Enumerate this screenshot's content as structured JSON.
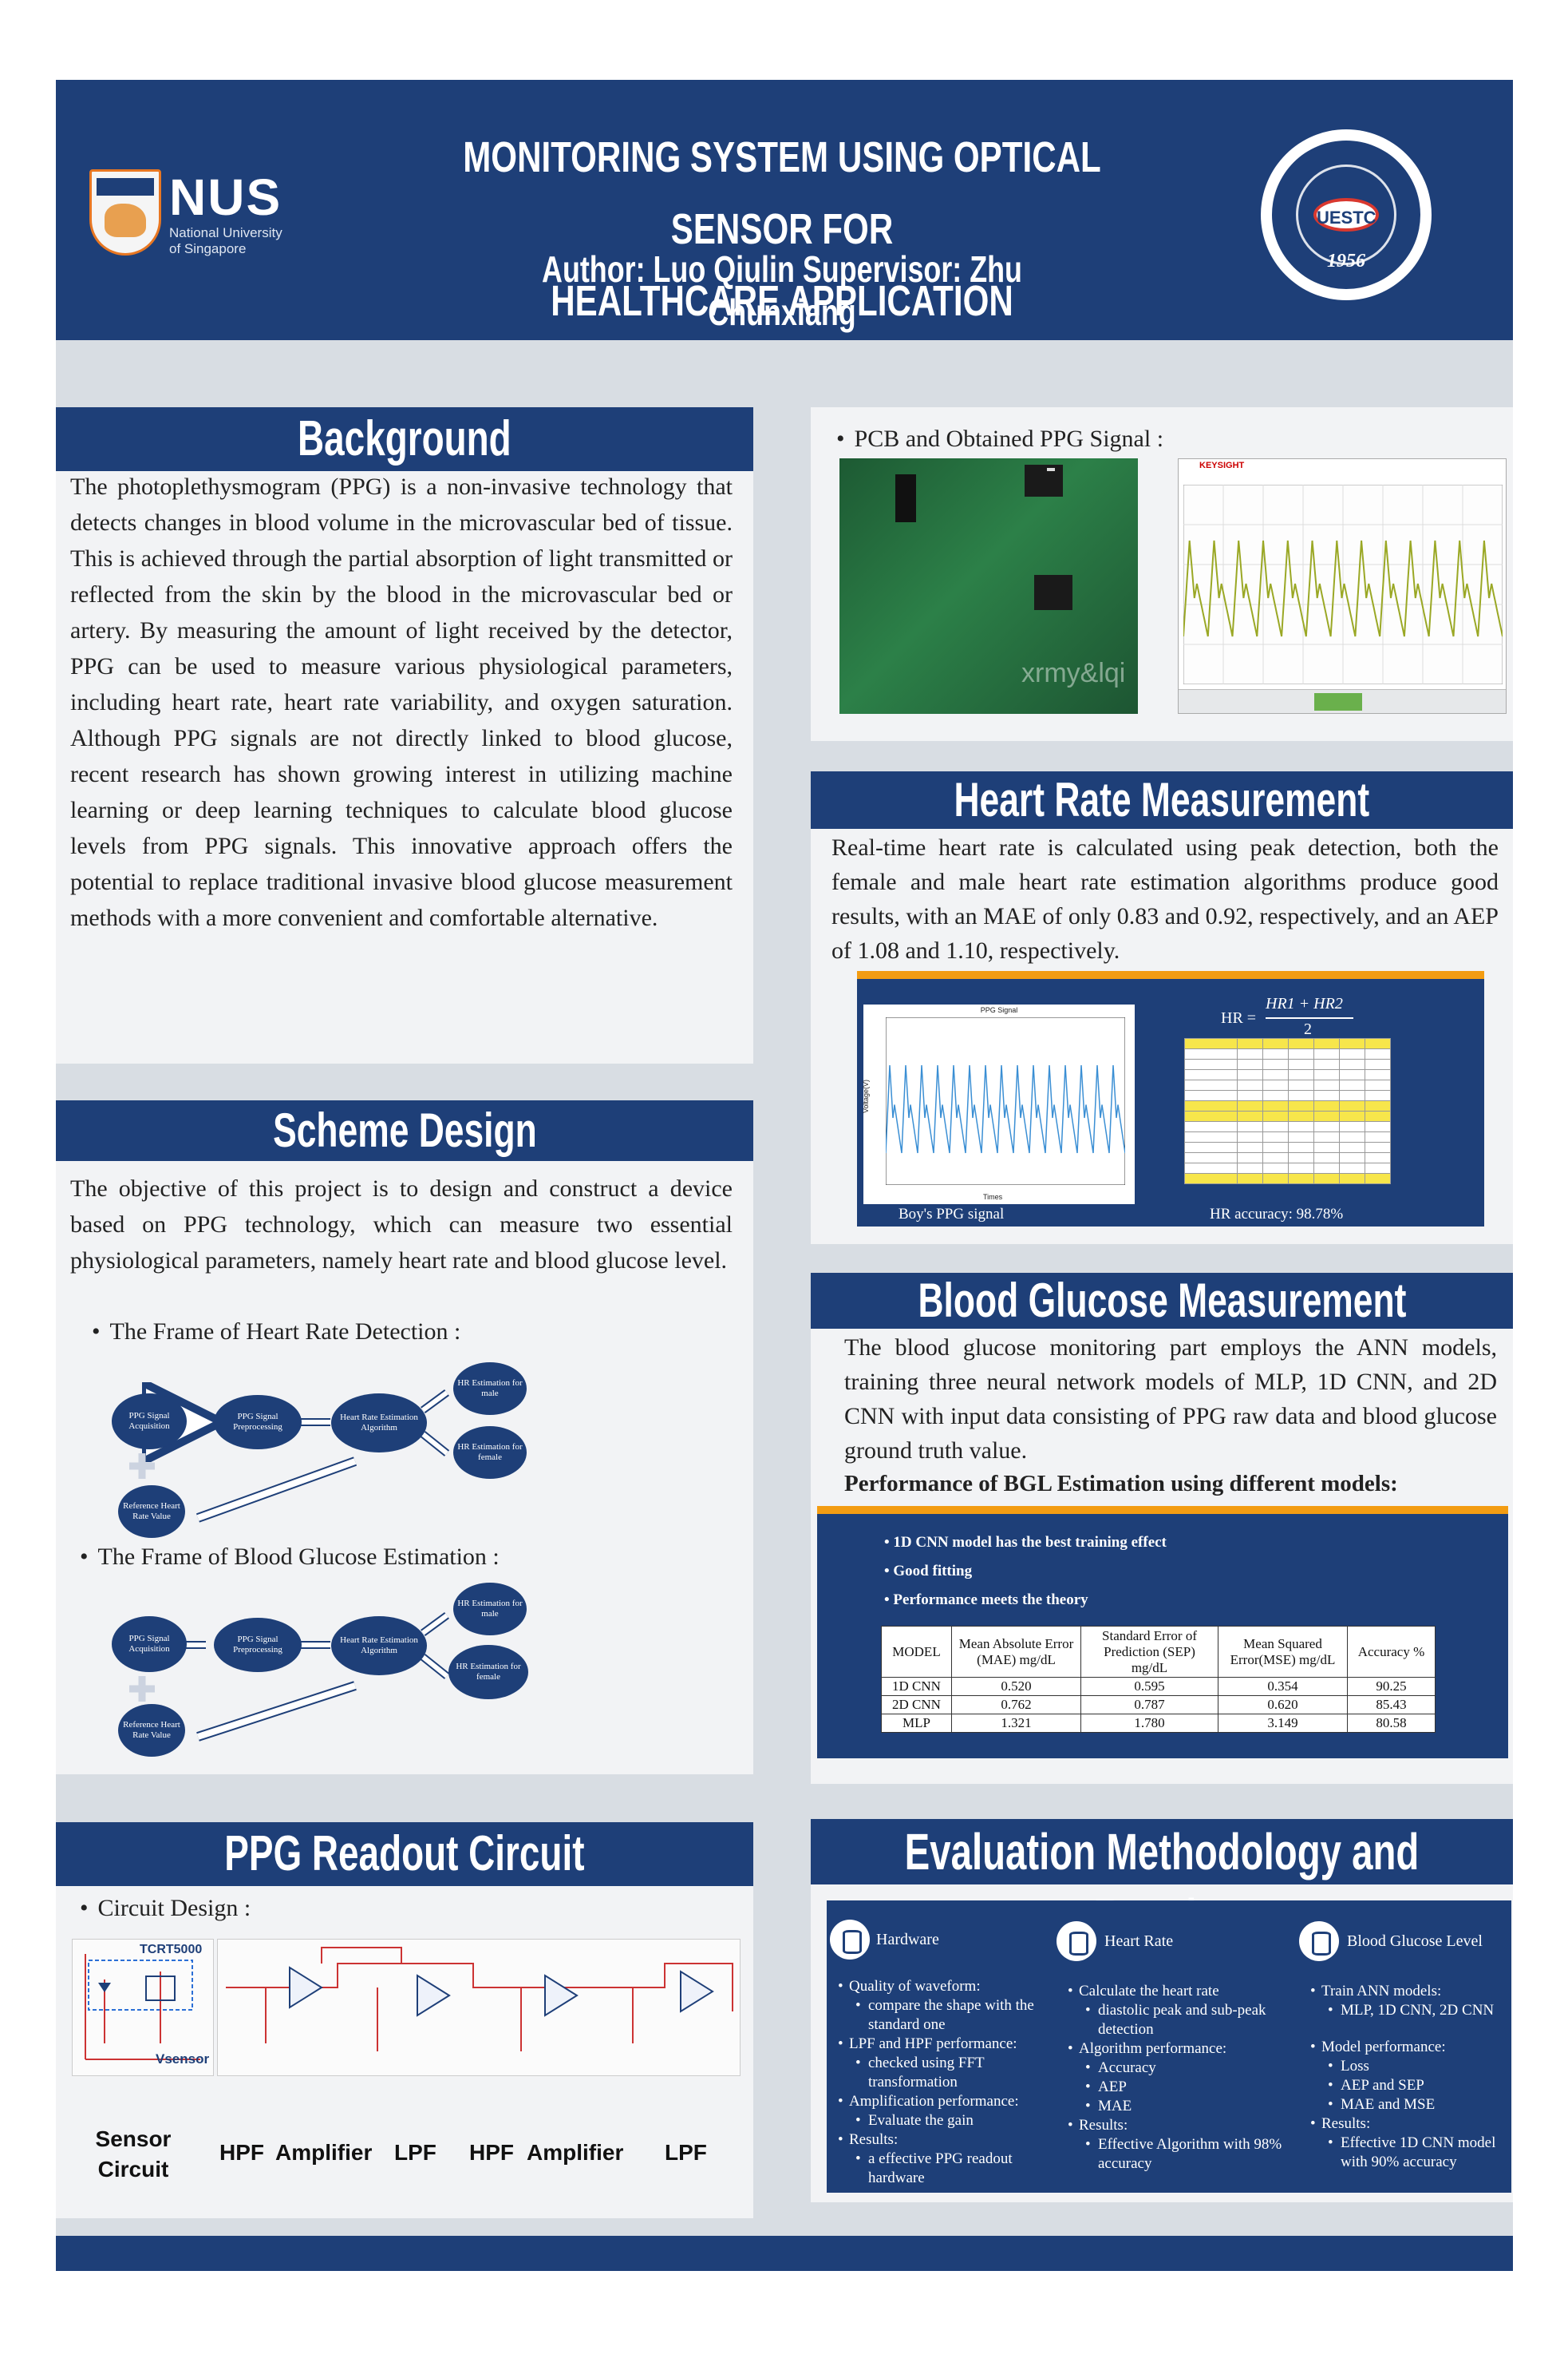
{
  "header": {
    "title_line1": "MONITORING SYSTEM USING OPTICAL SENSOR FOR",
    "title_line2": "HEALTHCARE APPLICATION",
    "author": "Author: Luo Qiulin     Supervisor: Zhu Chunxiang",
    "nus_abbr": "NUS",
    "nus_line1": "National University",
    "nus_line2": "of Singapore",
    "uestc_abbr": "UESTC",
    "uestc_year": "1956"
  },
  "background": {
    "heading": "Background",
    "body": "The photoplethysmogram (PPG) is a non-invasive technology that detects changes in blood volume in the microvascular bed of tissue. This is achieved through the partial absorption of light transmitted or reflected from the skin by the blood in the microvascular bed or artery. By measuring the amount of light received by the detector, PPG can be used to measure various physiological parameters, including heart rate, heart rate variability, and oxygen saturation. Although PPG signals are not directly linked to blood glucose, recent research has shown growing interest in utilizing machine learning or deep learning techniques to calculate blood glucose levels from PPG signals. This innovative approach offers the potential to replace traditional invasive blood glucose measurement methods with a more convenient and comfortable alternative."
  },
  "scheme": {
    "heading": "Scheme Design",
    "body": "The objective of this project is to design and construct a device based on PPG technology, which can measure two essential physiological parameters, namely heart rate and blood glucose level.",
    "bullet1": "The Frame of Heart Rate Detection :",
    "bullet2": "The Frame of Blood Glucose Estimation :",
    "hr_nodes": [
      "PPG Signal Acquisition",
      "PPG Signal Preprocessing",
      "Heart Rate Estimation Algorithm",
      "HR Estimation for male",
      "HR Estimation for female",
      "Reference Heart Rate Value"
    ],
    "bg_nodes": [
      "PPG Signal Acquisition",
      "PPG Signal Preprocessing",
      "Heart Rate Estimation Algorithm",
      "HR Estimation for male",
      "HR Estimation for female",
      "Reference Heart Rate Value"
    ]
  },
  "ppg_readout": {
    "heading": "PPG Readout Circuit",
    "bullet": "Circuit Design :",
    "sensor_label": "TCRT5000",
    "vsensor": "Vsensor",
    "labels": [
      "Sensor Circuit",
      "HPF",
      "Amplifier",
      "LPF",
      "HPF",
      "Amplifier",
      "LPF"
    ]
  },
  "pcb": {
    "bullet": "PCB and Obtained PPG Signal :",
    "pcb_mark": "xrmy&lqi",
    "scope_brand": "KEYSIGHT"
  },
  "heart_rate": {
    "heading": "Heart Rate Measurement",
    "body": "Real-time heart rate is calculated using peak detection, both the female and male heart rate estimation algorithms produce good results, with an MAE of only 0.83 and 0.92, respectively, and an AEP of 1.08 and 1.10, respectively.",
    "plot_title": "PPG Signal",
    "plot_xlabel": "Times",
    "plot_ylabel": "Voltage(V)",
    "formula_lhs": "HR =",
    "formula_num": "HR1 + HR2",
    "formula_den": "2",
    "caption_left": "Boy's PPG signal",
    "caption_right": "HR accuracy: 98.78%"
  },
  "blood_glucose": {
    "heading": "Blood Glucose Measurement",
    "body": "The blood glucose monitoring part employs the ANN models, training three neural network models of MLP, 1D CNN, and 2D CNN with input data consisting of PPG raw data and blood glucose ground truth value.",
    "perf_title": "Performance of BGL Estimation using different  models:",
    "points": [
      "1D CNN model has the best training effect",
      "Good fitting",
      "Performance meets the theory"
    ],
    "table_headers": [
      "MODEL",
      "Mean Absolute Error (MAE) mg/dL",
      "Standard Error of Prediction (SEP) mg/dL",
      "Mean Squared Error(MSE) mg/dL",
      "Accuracy    %"
    ],
    "table_rows": [
      [
        "1D CNN",
        "0.520",
        "0.595",
        "0.354",
        "90.25"
      ],
      [
        "2D CNN",
        "0.762",
        "0.787",
        "0.620",
        "85.43"
      ],
      [
        "MLP",
        "1.321",
        "1.780",
        "3.149",
        "80.58"
      ]
    ]
  },
  "evaluation": {
    "heading": "Evaluation Methodology and Results",
    "col1_title": "Hardware",
    "col2_title": "Heart Rate",
    "col3_title": "Blood Glucose Level"
  },
  "colors": {
    "navy": "#1e3f78",
    "orange": "#f39c12",
    "panel": "#f2f3f5"
  }
}
